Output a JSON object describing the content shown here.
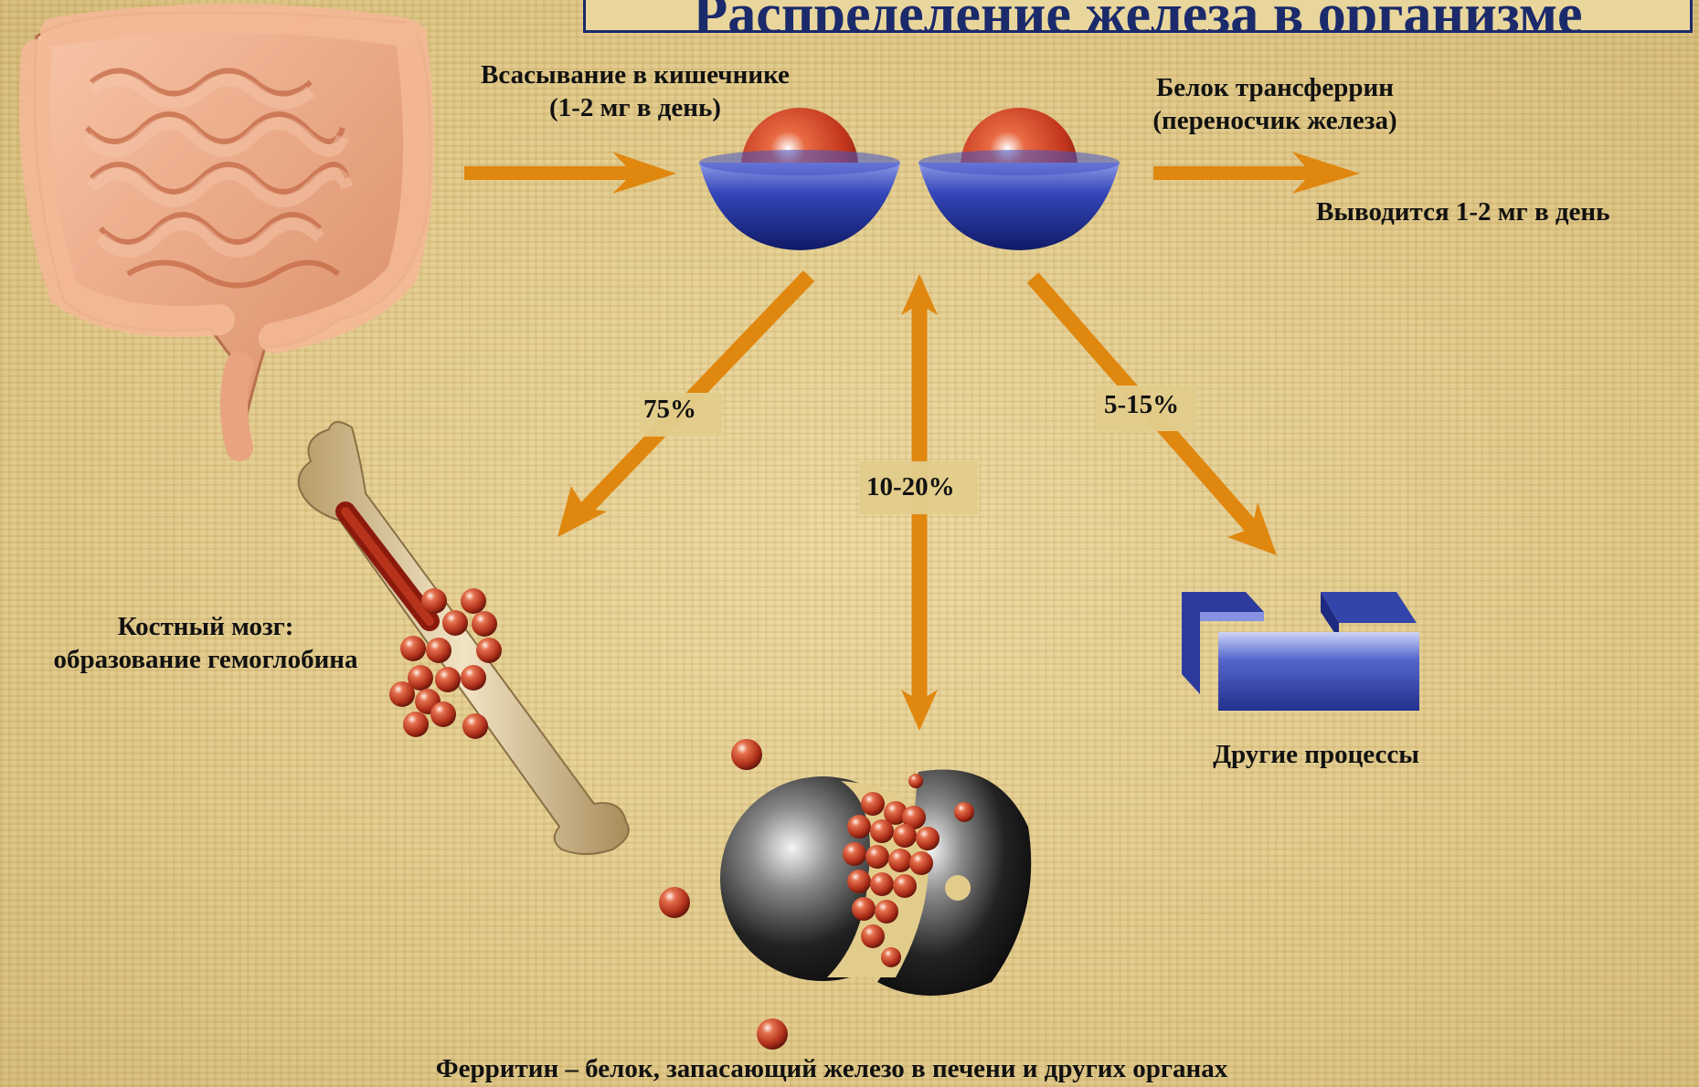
{
  "title": "Распределение железа в организме",
  "labels": {
    "absorption_line1": "Всасывание в кишечнике",
    "absorption_line2": "(1-2 мг в день)",
    "transferrin_line1": "Белок  трансферрин",
    "transferrin_line2": "(переносчик железа)",
    "excretion": "Выводится 1-2 мг в день",
    "pct_marrow": "75%",
    "pct_ferritin": "10-20%",
    "pct_other": "5-15%",
    "marrow_line1": "Костный мозг:",
    "marrow_line2": "образование гемоглобина",
    "other_processes": "Другие  процессы",
    "ferritin": "Ферритин – белок, запасающий железо в печени и других органах"
  },
  "colors": {
    "arrow": "#e0870f",
    "title": "#1b2a6b",
    "transferrin_bowl": "#2a3aa6",
    "iron_ball": "#c23a1f",
    "ferritin_shell": "#1a1a1a",
    "other_block": "#3040a8"
  },
  "icons": [
    "intestine-icon",
    "transferrin-icon",
    "bone-icon",
    "ferritin-icon",
    "other-processes-icon"
  ]
}
